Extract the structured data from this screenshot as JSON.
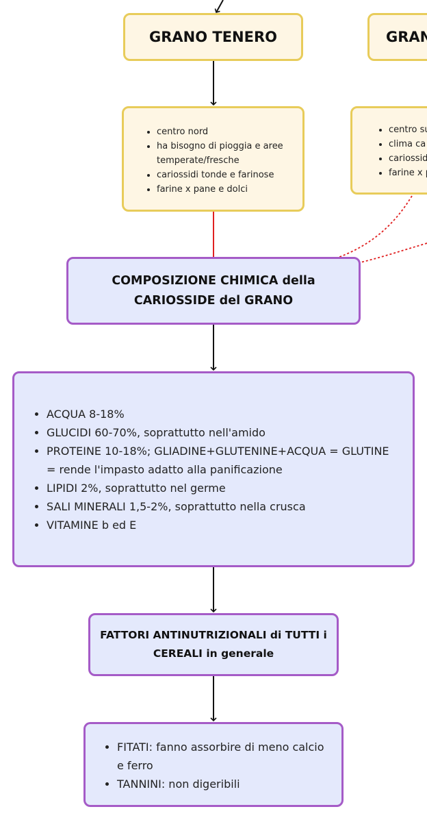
{
  "nodes": {
    "grano_tenero": {
      "title": "GRANO TENERO"
    },
    "grano_duro_partial": {
      "title": "GRAN"
    },
    "tenero_details": {
      "items": [
        "centro nord",
        "ha bisogno di pioggia e aree temperate/fresche",
        "cariossidi tonde e farinose",
        "farine x pane e dolci"
      ]
    },
    "duro_details_partial": {
      "items": [
        "centro su",
        "clima ca",
        "cariossid",
        "farine x p"
      ]
    },
    "composizione": {
      "title": "COMPOSIZIONE CHIMICA della CARIOSSIDE del GRANO"
    },
    "composizione_details": {
      "items": [
        "ACQUA 8-18%",
        "GLUCIDI 60-70%, soprattutto nell'amido",
        "PROTEINE 10-18%; GLIADINE+GLUTENINE+ACQUA = GLUTINE = rende l'impasto adatto alla panificazione",
        "LIPIDI 2%, soprattutto nel germe",
        "SALI MINERALI 1,5-2%, soprattutto nella crusca",
        "VITAMINE b ed E"
      ]
    },
    "fattori": {
      "title": "FATTORI ANTINUTRIZIONALI di TUTTI i CEREALI in generale"
    },
    "fattori_details": {
      "items": [
        "FITATI: fanno assorbire di meno calcio e ferro",
        "TANNINI: non digeribili"
      ]
    }
  },
  "colors": {
    "yellow_fill": "#fef6e4",
    "yellow_border": "#e8cc5a",
    "purple_fill": "#e4e9fc",
    "purple_border": "#a55bc7",
    "arrow": "#111111",
    "red_connector": "#e02020"
  }
}
